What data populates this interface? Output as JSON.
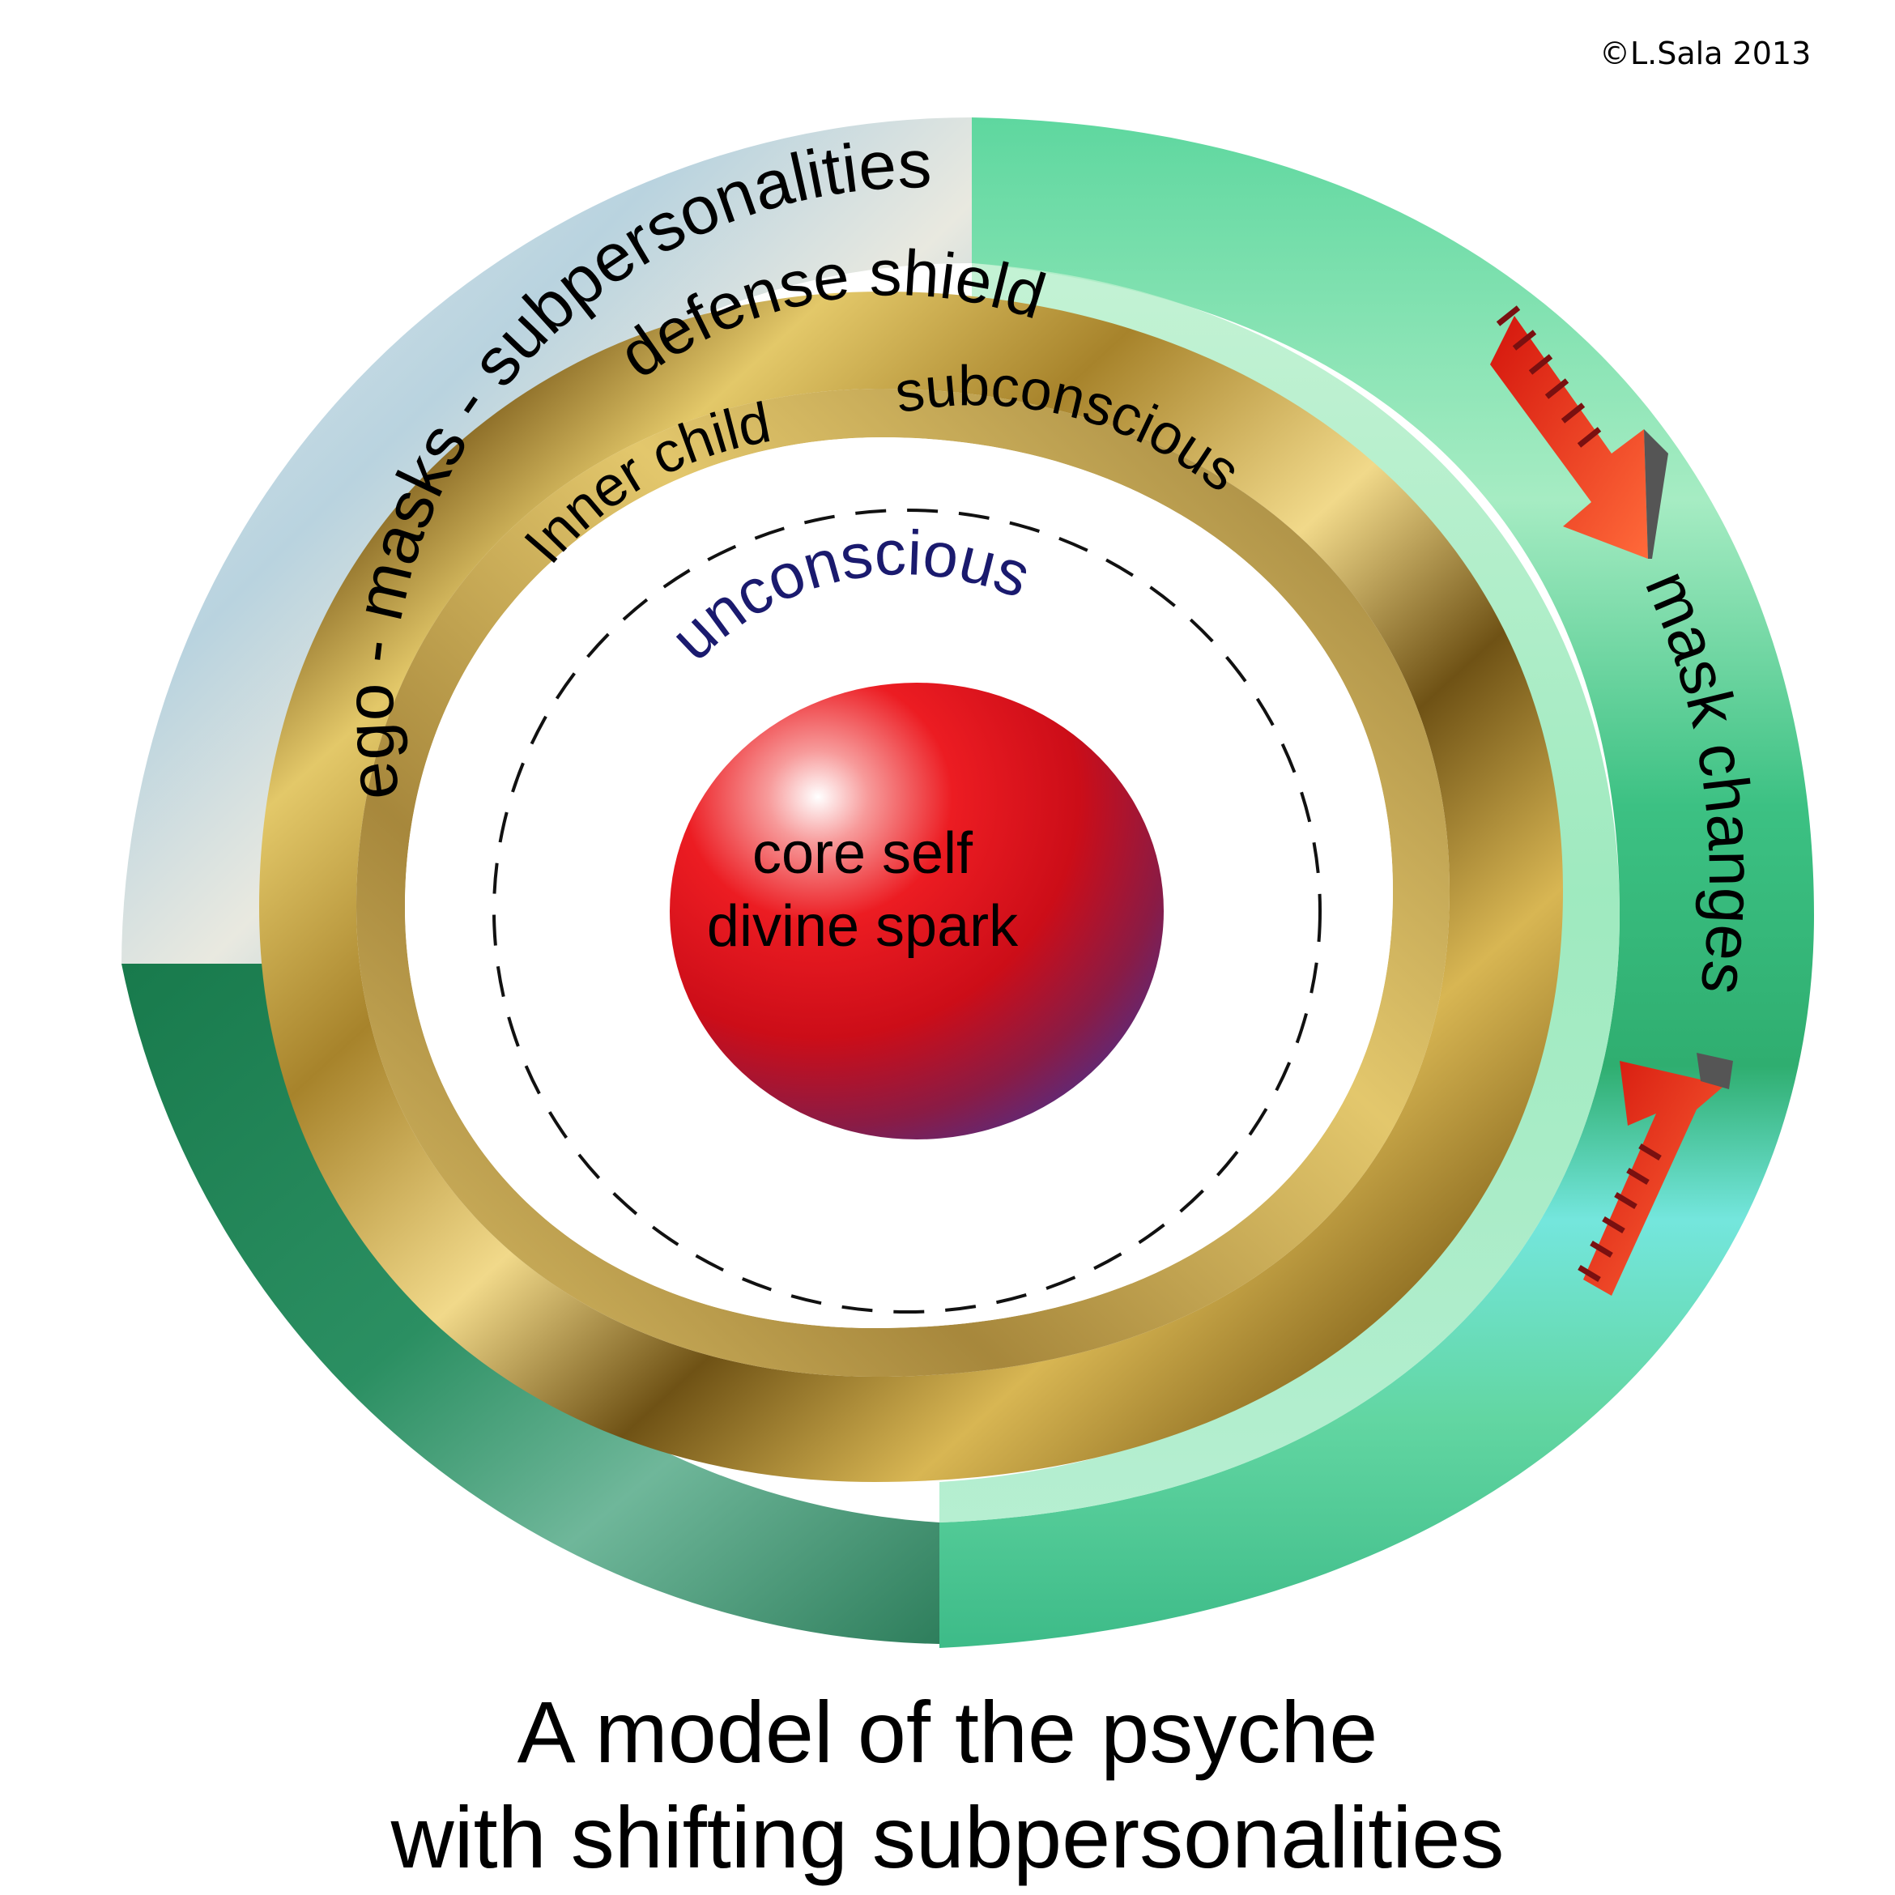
{
  "copyright": "©L.Sala 2013",
  "labels": {
    "outer_ring": "ego - masks - subpersonalities",
    "shield_ring": "defense shield",
    "inner_child": "Inner child",
    "subconscious": "subconscious",
    "unconscious": "unconscious",
    "core_line1": "core self",
    "core_line2": "divine spark",
    "mask_changes": "mask changes"
  },
  "caption": {
    "line1": "A model of the psyche",
    "line2": "with shifting subpersonalities"
  },
  "colors": {
    "outer_ring_light": "#cfe3ea",
    "outer_ring_dark_green": "#1e7b52",
    "outer_ring_mint": "#8fe0b4",
    "shield_gold": "#c9a23a",
    "core_red": "#e3141a",
    "core_purple": "#5b2a7c",
    "unconscious_text": "#1a1a6e",
    "arrow_red": "#ff3a1a"
  }
}
